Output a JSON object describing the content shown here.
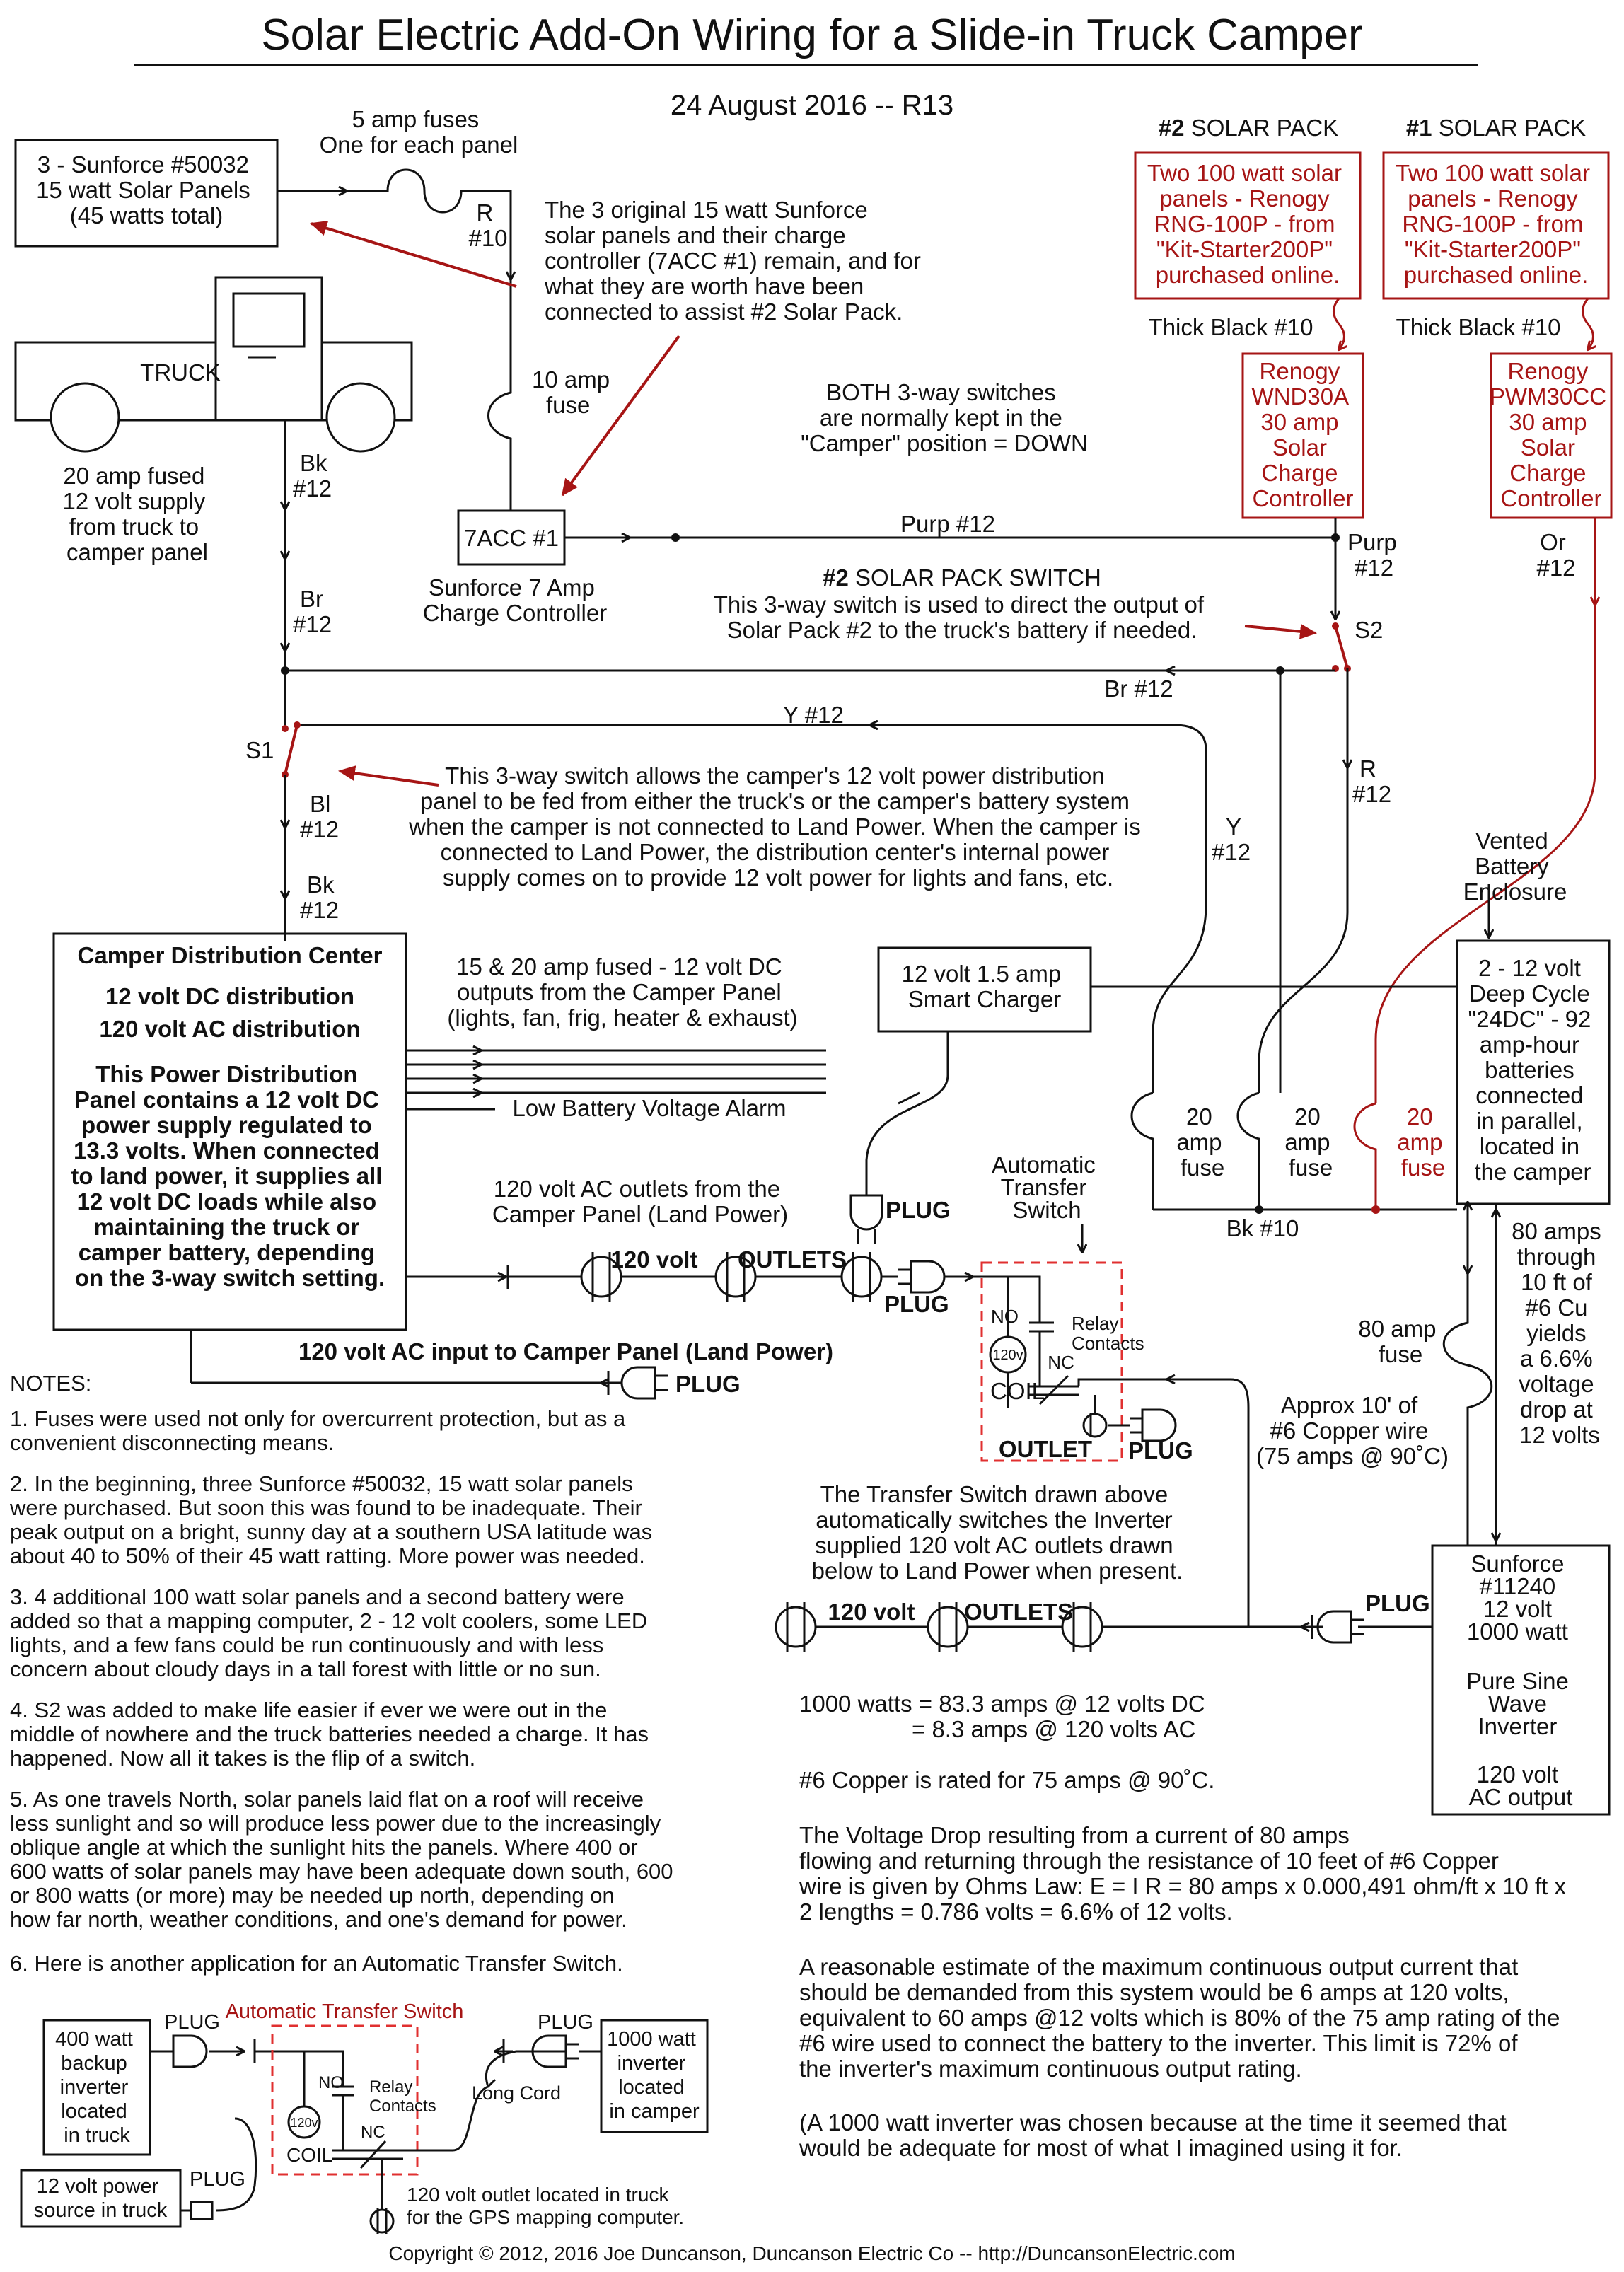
{
  "title": "Solar Electric Add-On Wiring for a Slide-in Truck Camper",
  "date": "24 August 2016 -- R13",
  "colors": {
    "ink": "#111111",
    "red": "#a61515",
    "dash": "#e03030"
  },
  "original_panels": {
    "box": [
      "3 - Sunforce #50032",
      "15 watt Solar Panels",
      "(45 watts total)"
    ],
    "fuse_label": [
      "5 amp fuses",
      "One for each panel"
    ],
    "wire": [
      "R",
      "#10"
    ],
    "fuse10": [
      "10 amp",
      "fuse"
    ],
    "note": [
      "The 3 original 15 watt Sunforce",
      "solar panels and their charge",
      "controller (7ACC #1) remain, and for",
      "what they are worth have been",
      "connected to assist #2 Solar Pack."
    ]
  },
  "controller_7acc": {
    "label": "7ACC #1",
    "caption": [
      "Sunforce 7 Amp",
      "Charge Controller"
    ]
  },
  "truck": {
    "label": "TRUCK",
    "supply": [
      "20 amp fused",
      "12 volt supply",
      "from truck to",
      "camper panel"
    ],
    "bk": [
      "Bk",
      "#12"
    ],
    "br": [
      "Br",
      "#12"
    ]
  },
  "both_switches": [
    "BOTH 3-way switches",
    "are normally kept in the",
    "\"Camper\" position = DOWN"
  ],
  "purp_wire": "Purp #12",
  "pack2": {
    "heading_num": "#2",
    "heading": " SOLAR PACK",
    "panels": [
      "Two 100 watt solar",
      "panels - Renogy",
      "RNG-100P - from",
      "\"Kit-Starter200P\"",
      "purchased online."
    ],
    "wire": "Thick Black #10",
    "controller": [
      "Renogy",
      "WND30A",
      "30 amp",
      "Solar",
      "Charge",
      "Controller"
    ],
    "out": [
      "Purp",
      "#12"
    ]
  },
  "pack1": {
    "heading_num": "#1",
    "heading": " SOLAR PACK",
    "panels": [
      "Two 100 watt solar",
      "panels - Renogy",
      "RNG-100P - from",
      "\"Kit-Starter200P\"",
      "purchased online."
    ],
    "wire": "Thick Black #10",
    "controller": [
      "Renogy",
      "PWM30CC",
      "30 amp",
      "Solar",
      "Charge",
      "Controller"
    ],
    "out": [
      "Or",
      "#12"
    ]
  },
  "switch2": {
    "heading_num": "#2",
    "heading": " SOLAR PACK SWITCH",
    "desc": [
      "This 3-way switch is used to direct the output of",
      "Solar Pack #2 to the truck's battery if needed."
    ],
    "label": "S2"
  },
  "wires": {
    "br12": "Br #12",
    "y12": "Y #12",
    "r12": [
      "R",
      "#12"
    ],
    "y12v": [
      "Y",
      "#12"
    ],
    "bl": [
      "Bl",
      "#12"
    ],
    "bk": [
      "Bk",
      "#12"
    ],
    "bk10": "Bk #10"
  },
  "switch1": {
    "label": "S1",
    "desc": [
      "This 3-way switch allows the camper's 12 volt power distribution",
      "panel to be fed from either the truck's or the camper's battery system",
      "when the camper is not connected to Land Power.  When the camper is",
      "connected to Land Power, the distribution center's internal power",
      "supply comes on to provide 12 volt power for lights and fans, etc."
    ]
  },
  "vented": [
    "Vented",
    "Battery",
    "Enclosure"
  ],
  "distribution": {
    "title": "Camper Distribution Center",
    "l1": "12 volt DC distribution",
    "l2": "120 volt AC distribution",
    "body": [
      "This Power Distribution",
      "Panel contains a 12 volt DC",
      "power supply regulated to",
      "13.3 volts.  When connected",
      "to land power, it supplies all",
      "12 volt DC loads while also",
      "maintaining the truck or",
      "camper battery, depending",
      "on the 3-way switch setting."
    ]
  },
  "dc_outputs": [
    "15 & 20 amp fused - 12 volt DC",
    "outputs from the Camper Panel",
    "(lights, fan, frig, heater & exhaust)"
  ],
  "low_batt": "Low Battery Voltage Alarm",
  "smart_charger": [
    "12 volt 1.5 amp",
    "Smart Charger"
  ],
  "fuses20": [
    "20",
    "amp",
    "fuse"
  ],
  "batteries": [
    "2 - 12 volt",
    "Deep Cycle",
    "\"24DC\" - 92",
    "amp-hour",
    "batteries",
    "connected",
    "in parallel,",
    "located in",
    "the camper"
  ],
  "ac_outlets_caption": [
    "120 volt AC outlets from the",
    "Camper Panel (Land Power)"
  ],
  "outlets_text": {
    "v120": "120 volt",
    "outlets": "OUTLETS",
    "plug": "PLUG",
    "outlet": "OUTLET"
  },
  "ats": {
    "caption": [
      "Automatic",
      "Transfer",
      "Switch"
    ],
    "no": "NO",
    "nc": "NC",
    "relay": [
      "Relay",
      "Contacts"
    ],
    "coil_v": "120v",
    "coil": "COIL"
  },
  "land_power_input": "120 volt AC input to Camper Panel (Land Power)",
  "fuse80": [
    "80 amp",
    "fuse"
  ],
  "copper": [
    "Approx 10' of",
    "#6 Copper wire",
    "(75 amps @ 90˚C)"
  ],
  "drop": [
    "80 amps",
    "through",
    "10 ft of",
    "#6 Cu",
    "yields",
    "a 6.6%",
    "voltage",
    "drop at",
    "12 volts"
  ],
  "inverter": [
    "Sunforce",
    "#11240",
    "12 volt",
    "1000 watt",
    "",
    "Pure Sine",
    "Wave",
    "Inverter",
    "",
    "120 volt",
    "AC output"
  ],
  "ts_note": [
    "The Transfer Switch drawn above",
    "automatically switches the Inverter",
    "supplied 120 volt AC outlets drawn",
    "below to Land Power when present."
  ],
  "watts": [
    "1000 watts = 83.3 amps @ 12 volts DC",
    "= 8.3 amps @ 120 volts AC"
  ],
  "copper_rating": "#6 Copper is rated for 75 amps @ 90˚C.",
  "vdrop": [
    "The Voltage Drop resulting from a current of 80 amps",
    "flowing and returning through the resistance of 10 feet of #6 Copper",
    "wire is given by Ohms Law: E = I R = 80 amps x 0.000,491 ohm/ft x 10 ft x",
    "2 lengths = 0.786 volts = 6.6% of 12 volts."
  ],
  "estimate": [
    "A reasonable estimate of the maximum continuous output current that",
    "should be demanded from this system would be 6 amps at 120 volts,",
    "equivalent to 60 amps @12 volts which is 80% of the 75 amp rating of the",
    "#6 wire used to connect the battery to the inverter. This limit is 72% of",
    "the inverter's maximum continuous output rating."
  ],
  "chosen": [
    "(A 1000 watt inverter was chosen because at the time it seemed that",
    "would be adequate for most of what I imagined using it for."
  ],
  "notes": {
    "heading": "NOTES:",
    "n1": [
      "1.  Fuses were used not only for overcurrent protection,  but as a",
      "convenient disconnecting means."
    ],
    "n2": [
      "2.  In the beginning, three Sunforce #50032, 15 watt solar panels",
      "were purchased.   But soon this was found to be inadequate.  Their",
      "peak output on a bright, sunny day at a southern USA latitude was",
      "about 40 to 50% of their 45 watt ratting.  More power was needed."
    ],
    "n3": [
      "3.  4 additional 100 watt solar panels and a second battery were",
      "added so that a mapping computer,  2 - 12 volt coolers, some LED",
      "lights, and a few fans could be run continuously and with less",
      "concern about cloudy days in a tall forest with little or no sun."
    ],
    "n4": [
      "4.  S2 was added to make life easier if ever we were out in the",
      "middle of nowhere and the truck batteries needed a charge.  It has",
      "happened.  Now all it takes is the flip of a switch."
    ],
    "n5": [
      "5.  As one travels North, solar panels laid flat on a roof will receive",
      "less sunlight and so will produce less power due to the increasingly",
      "oblique angle at which the sunlight hits the panels.  Where 400 or",
      "600 watts of solar panels may have been adequate down south, 600",
      "or 800 watts (or more) may be needed up north, depending on",
      "how far north, weather conditions, and one's demand for power."
    ],
    "n6": "6.  Here is another application for an Automatic Transfer Switch."
  },
  "app6": {
    "backup": [
      "400 watt",
      "backup",
      "inverter",
      "located",
      "in truck"
    ],
    "power": [
      "12 volt power",
      "source in truck"
    ],
    "ats_title": "Automatic Transfer Switch",
    "inv1000": [
      "1000 watt",
      "inverter",
      "located",
      "in camper"
    ],
    "cord": "Long Cord",
    "outlet": [
      "120 volt outlet located in truck",
      "for the GPS mapping computer."
    ],
    "plug": "PLUG"
  },
  "copyright": "Copyright © 2012, 2016 Joe Duncanson, Duncanson Electric Co -- http://DuncansonElectric.com"
}
